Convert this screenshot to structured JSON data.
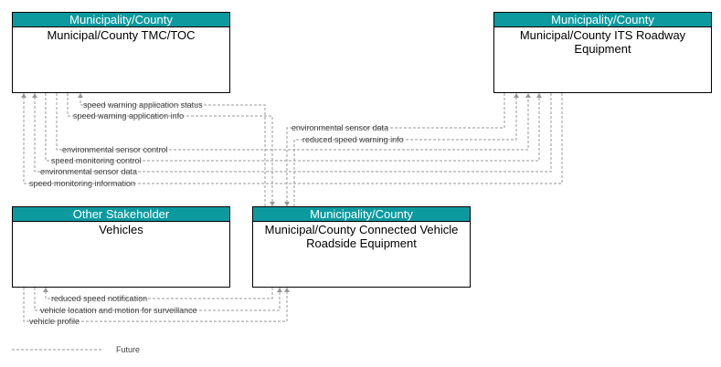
{
  "entities": {
    "tmc": {
      "header": "Municipality/County",
      "title": "Municipal/County TMC/TOC"
    },
    "its": {
      "header": "Municipality/County",
      "title": "Municipal/County ITS Roadway Equipment"
    },
    "vehicles": {
      "header": "Other Stakeholder",
      "title": "Vehicles"
    },
    "cvre": {
      "header": "Municipality/County",
      "title": "Municipal/County Connected Vehicle Roadside Equipment"
    }
  },
  "flows": {
    "f1": "speed warning application status",
    "f2": "speed warning application info",
    "f3": "environmental sensor data",
    "f4": "reduced speed warning info",
    "f5": "environmental sensor control",
    "f6": "speed monitoring control",
    "f7": "environmental sensor data",
    "f8": "speed monitoring information",
    "f9": "reduced speed notification",
    "f10": "vehicle location and motion for surveillance",
    "f11": "vehicle profile"
  },
  "legend": {
    "future_label": "Future"
  },
  "colors": {
    "header_bg": "#0c9a9f",
    "flow_line": "#999999"
  }
}
